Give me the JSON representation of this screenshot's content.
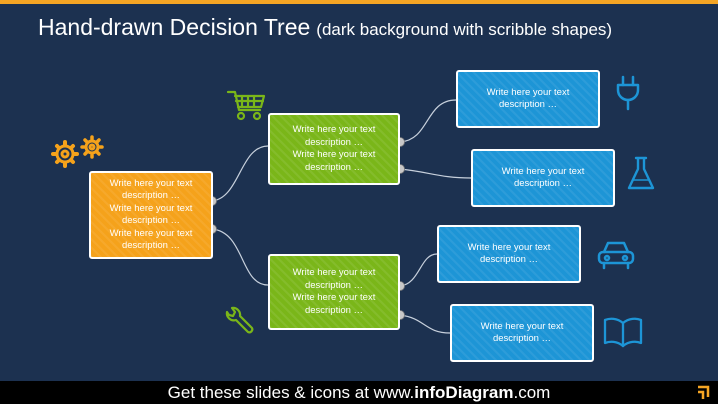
{
  "header": {
    "title": "Hand-drawn Decision Tree",
    "subtitle": "(dark background with scribble shapes)"
  },
  "root": {
    "lines": [
      "Write here your text",
      "description …",
      "Write here your text",
      "description …",
      "Write here your text",
      "description …"
    ]
  },
  "branches": [
    {
      "lines": [
        "Write here your text",
        "description …",
        "Write here your text",
        "description …"
      ]
    },
    {
      "lines": [
        "Write here your text",
        "description …",
        "Write here your text",
        "description …"
      ]
    }
  ],
  "leaves": [
    {
      "lines": [
        "Write here your text",
        "description …"
      ],
      "icon": "plug-icon"
    },
    {
      "lines": [
        "Write here your text",
        "description …"
      ],
      "icon": "flask-icon"
    },
    {
      "lines": [
        "Write here your text",
        "description …"
      ],
      "icon": "car-icon"
    },
    {
      "lines": [
        "Write here your text",
        "description …"
      ],
      "icon": "book-icon"
    }
  ],
  "decorations": {
    "root_icon": "gears-icon",
    "upper_branch_icon": "shopping-cart-icon",
    "lower_branch_icon": "wrench-icon"
  },
  "footer": {
    "prefix": "Get these slides & icons at www.",
    "brand": "infoDiagram",
    "suffix": ".com"
  },
  "colors": {
    "background": "#1c3150",
    "accent_bar": "#f5a524",
    "root": "#f5a21b",
    "branch": "#7ab619",
    "leaf": "#1d95d6",
    "footer": "#000000"
  }
}
